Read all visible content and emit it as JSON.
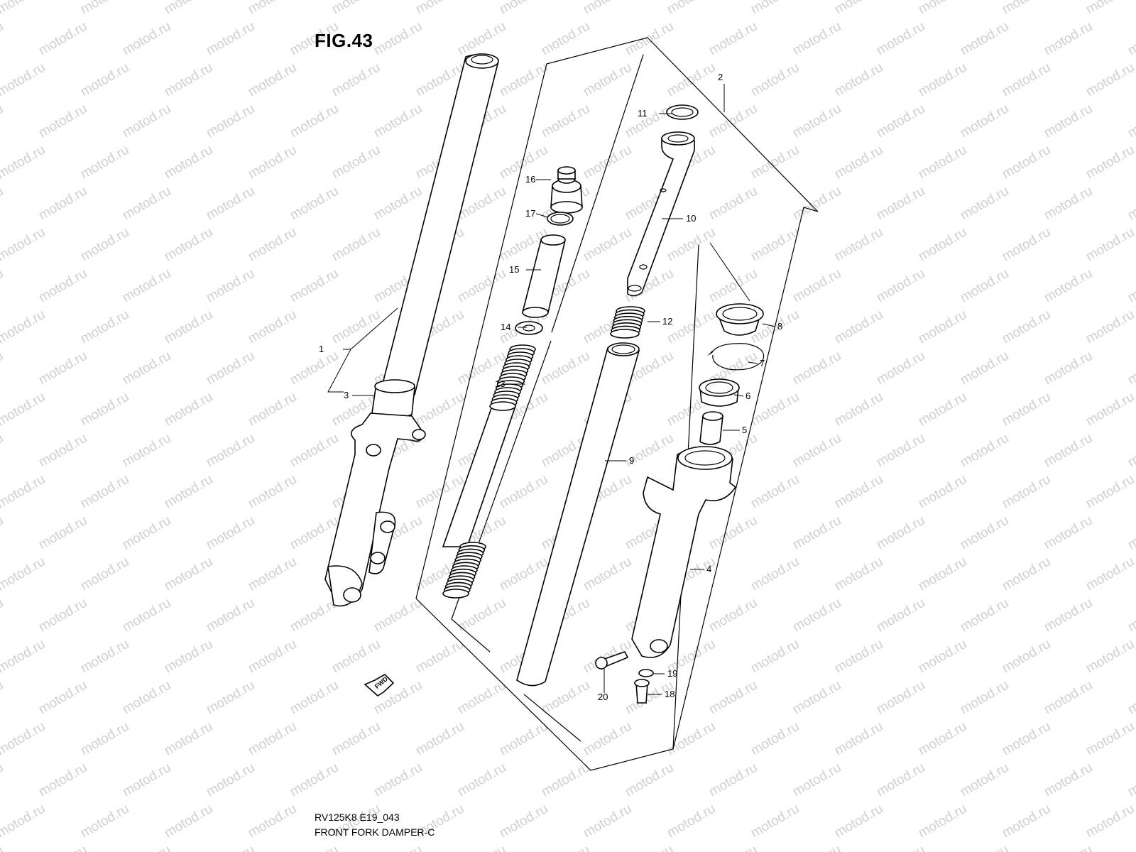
{
  "figure": {
    "title": "FIG.43",
    "code": "RV125K8 E19_043",
    "caption": "FRONT FORK DAMPER-C"
  },
  "watermark": "motod.ru",
  "fwd_marker": "FWD",
  "callouts": [
    "1",
    "2",
    "3",
    "4",
    "5",
    "6",
    "7",
    "8",
    "9",
    "10",
    "11",
    "12",
    "13",
    "14",
    "15",
    "16",
    "17",
    "18",
    "19",
    "20"
  ],
  "colors": {
    "ink": "#000000",
    "watermark": "#cfcfcf",
    "paper": "#ffffff"
  }
}
